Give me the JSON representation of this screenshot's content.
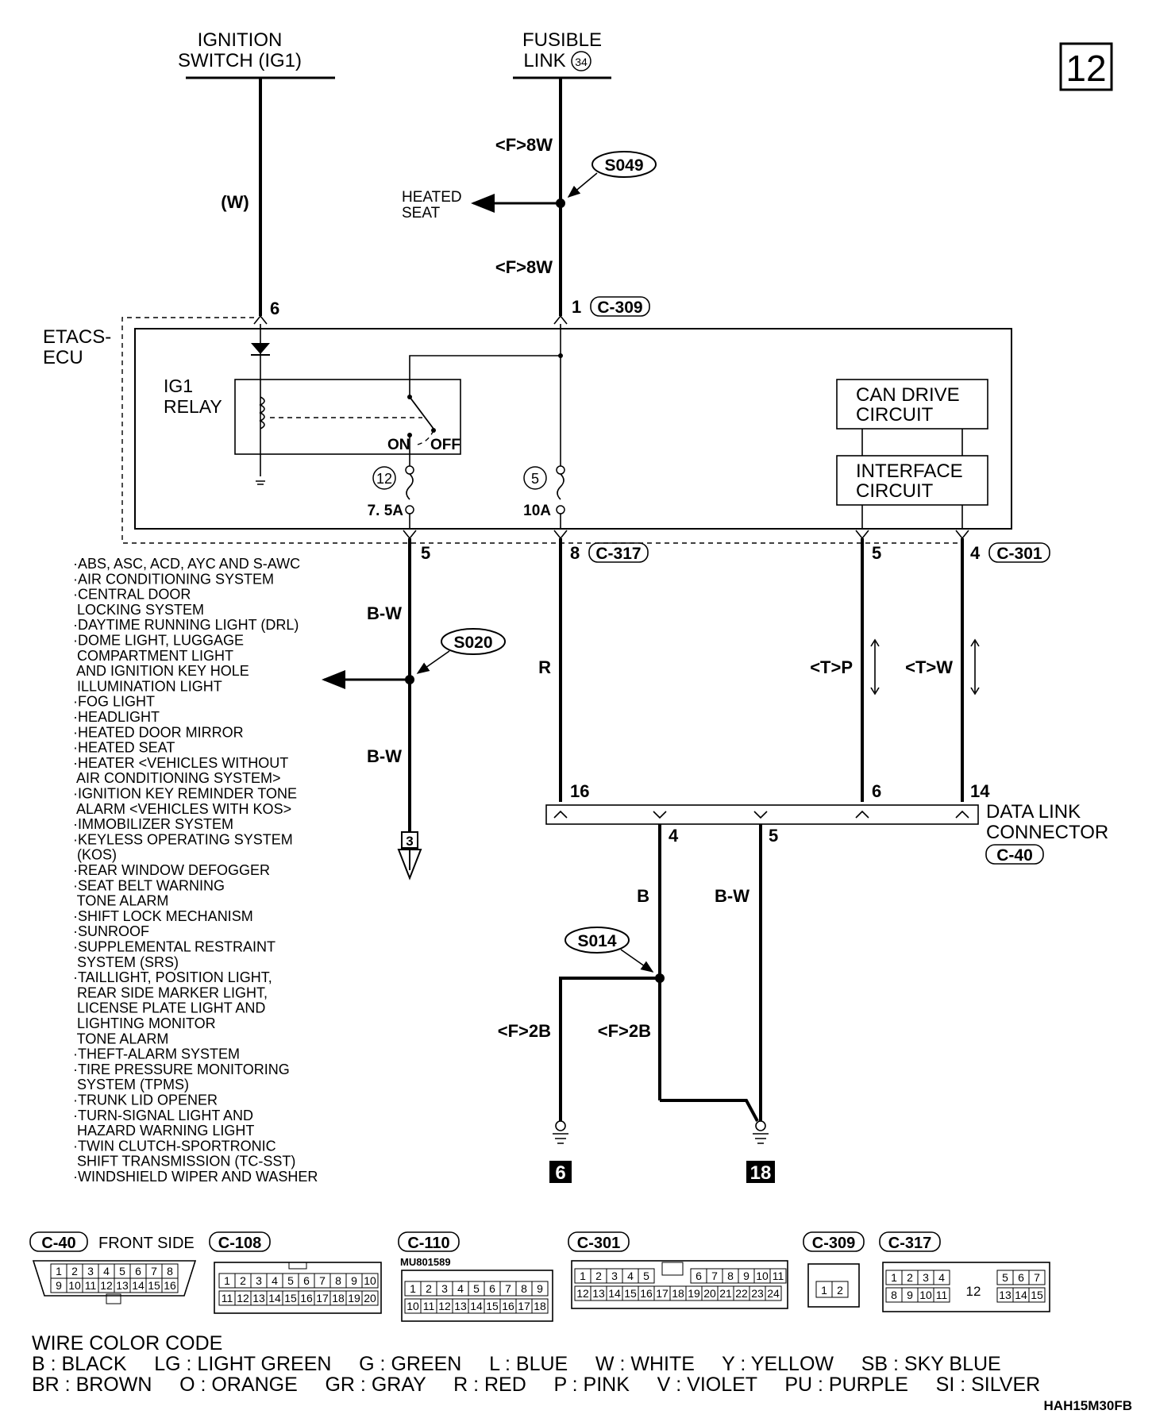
{
  "page_number": "12",
  "sources": {
    "ignition_switch": [
      "IGNITION",
      "SWITCH (IG1)"
    ],
    "fusible_link": [
      "FUSIBLE",
      "LINK"
    ],
    "fusible_link_number": "34"
  },
  "wires": {
    "w_label": "(W)",
    "f8w_top": "<F>8W",
    "f8w_bottom": "<F>8W",
    "bw_upper": "B-W",
    "bw_lower": "B-W",
    "r": "R",
    "tp": "<T>P",
    "tw": "<T>W",
    "b": "B",
    "bw_dlc": "B-W",
    "f2b_left": "<F>2B",
    "f2b_right": "<F>2B"
  },
  "splices": {
    "s049": "S049",
    "s020": "S020",
    "s014": "S014"
  },
  "heated_seat": [
    "HEATED",
    "SEAT"
  ],
  "etacs": {
    "label": [
      "ETACS-",
      "ECU"
    ],
    "relay_label": [
      "IG1",
      "RELAY"
    ],
    "on": "ON",
    "off": "OFF",
    "fuse_left_num": "12",
    "fuse_left_rating": "7. 5A",
    "fuse_right_num": "5",
    "fuse_right_rating": "10A",
    "can_drive": [
      "CAN DRIVE",
      "CIRCUIT"
    ],
    "interface": [
      "INTERFACE",
      "CIRCUIT"
    ]
  },
  "pins": {
    "p6": "6",
    "p1": "1",
    "c309": "C-309",
    "p5a": "5",
    "p8": "8",
    "c317": "C-317",
    "p5b": "5",
    "p4": "4",
    "c301": "C-301",
    "p16": "16",
    "p6b": "6",
    "p14": "14",
    "dlc4": "4",
    "dlc5": "5"
  },
  "dlc": {
    "label": [
      "DATA LINK",
      "CONNECTOR"
    ],
    "connector": "C-40"
  },
  "grounds": {
    "g3": "3",
    "g6": "6",
    "g18": "18"
  },
  "system_list": [
    "·ABS, ASC, ACD, AYC AND S-AWC",
    "·AIR CONDITIONING SYSTEM",
    "·CENTRAL DOOR",
    " LOCKING SYSTEM",
    "·DAYTIME RUNNING LIGHT (DRL)",
    "·DOME LIGHT, LUGGAGE",
    " COMPARTMENT LIGHT",
    " AND IGNITION KEY HOLE",
    " ILLUMINATION LIGHT",
    "·FOG LIGHT",
    "·HEADLIGHT",
    "·HEATED DOOR MIRROR",
    "·HEATED SEAT",
    "·HEATER <VEHICLES WITHOUT",
    " AIR CONDITIONING SYSTEM>",
    "·IGNITION KEY REMINDER TONE",
    " ALARM <VEHICLES WITH KOS>",
    "·IMMOBILIZER SYSTEM",
    "·KEYLESS OPERATING SYSTEM",
    " (KOS)",
    "·REAR WINDOW DEFOGGER",
    "·SEAT BELT WARNING",
    " TONE ALARM",
    "·SHIFT LOCK MECHANISM",
    "·SUNROOF",
    "·SUPPLEMENTAL RESTRAINT",
    " SYSTEM (SRS)",
    "·TAILLIGHT, POSITION LIGHT,",
    " REAR SIDE MARKER LIGHT,",
    " LICENSE PLATE LIGHT AND",
    " LIGHTING MONITOR",
    " TONE ALARM",
    "·THEFT-ALARM SYSTEM",
    "·TIRE PRESSURE MONITORING",
    " SYSTEM (TPMS)",
    "·TRUNK LID OPENER",
    "·TURN-SIGNAL LIGHT AND",
    " HAZARD WARNING LIGHT",
    "·TWIN CLUTCH-SPORTRONIC",
    " SHIFT TRANSMISSION (TC-SST)",
    "·WINDSHIELD WIPER AND WASHER"
  ],
  "connectors": {
    "c40_name": "C-40",
    "c40_side": "FRONT SIDE",
    "c40_row1": [
      "1",
      "2",
      "3",
      "4",
      "5",
      "6",
      "7",
      "8"
    ],
    "c40_row2": [
      "9",
      "10",
      "11",
      "12",
      "13",
      "14",
      "15",
      "16"
    ],
    "c108_name": "C-108",
    "c108_row1": [
      "1",
      "2",
      "3",
      "4",
      "5",
      "6",
      "7",
      "8",
      "9",
      "10"
    ],
    "c108_row2": [
      "11",
      "12",
      "13",
      "14",
      "15",
      "16",
      "17",
      "18",
      "19",
      "20"
    ],
    "c110_name": "C-110",
    "c110_code": "MU801589",
    "c110_row1": [
      "1",
      "2",
      "3",
      "4",
      "5",
      "6",
      "7",
      "8",
      "9"
    ],
    "c110_row2": [
      "10",
      "11",
      "12",
      "13",
      "14",
      "15",
      "16",
      "17",
      "18"
    ],
    "c301_name": "C-301",
    "c301_row1a": [
      "1",
      "2",
      "3",
      "4",
      "5"
    ],
    "c301_row1b": [
      "6",
      "7",
      "8",
      "9",
      "10",
      "11"
    ],
    "c301_row2": [
      "12",
      "13",
      "14",
      "15",
      "16",
      "17",
      "18",
      "19",
      "20",
      "21",
      "22",
      "23",
      "24"
    ],
    "c309_name": "C-309",
    "c309_pins": [
      "1",
      "2"
    ],
    "c317_name": "C-317",
    "c317_row1a": [
      "1",
      "2",
      "3",
      "4"
    ],
    "c317_row1b": [
      "5",
      "6",
      "7"
    ],
    "c317_row2a": [
      "8",
      "9",
      "10",
      "11"
    ],
    "c317_mid": "12",
    "c317_row2b": [
      "13",
      "14",
      "15"
    ]
  },
  "wire_color_code": {
    "title": "WIRE COLOR CODE",
    "line1": "B : BLACK     LG : LIGHT GREEN     G : GREEN     L : BLUE     W : WHITE     Y : YELLOW     SB : SKY BLUE",
    "line2": "BR : BROWN     O : ORANGE     GR : GRAY     R : RED     P : PINK     V : VIOLET     PU : PURPLE     SI : SILVER"
  },
  "figure_code": "HAH15M30FB"
}
